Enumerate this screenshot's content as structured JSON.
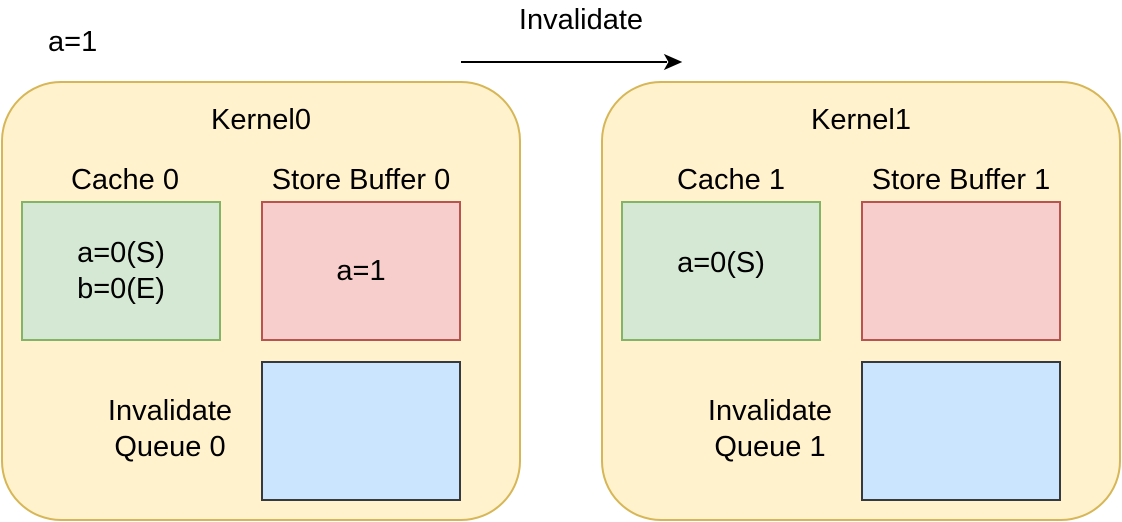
{
  "top": {
    "assignment": "a=1",
    "arrow_label": "Invalidate"
  },
  "kernels": [
    {
      "title": "Kernel0",
      "cache_label": "Cache 0",
      "cache_lines": [
        "a=0(S)",
        "b=0(E)"
      ],
      "store_label": "Store Buffer 0",
      "store_lines": [
        "a=1"
      ],
      "queue_label_lines": [
        "Invalidate",
        "Queue 0"
      ]
    },
    {
      "title": "Kernel1",
      "cache_label": "Cache 1",
      "cache_lines": [
        "a=0(S)"
      ],
      "store_label": "Store Buffer 1",
      "store_lines": [],
      "queue_label_lines": [
        "Invalidate",
        "Queue 1"
      ]
    }
  ],
  "colors": {
    "kernel_fill": "#fff2cc",
    "kernel_stroke": "#d6b656",
    "cache_fill": "#d5e8d4",
    "cache_stroke": "#82b366",
    "store_fill": "#f8cecc",
    "store_stroke": "#b85450",
    "queue_fill": "#cce5ff",
    "queue_stroke": "#36393d"
  }
}
